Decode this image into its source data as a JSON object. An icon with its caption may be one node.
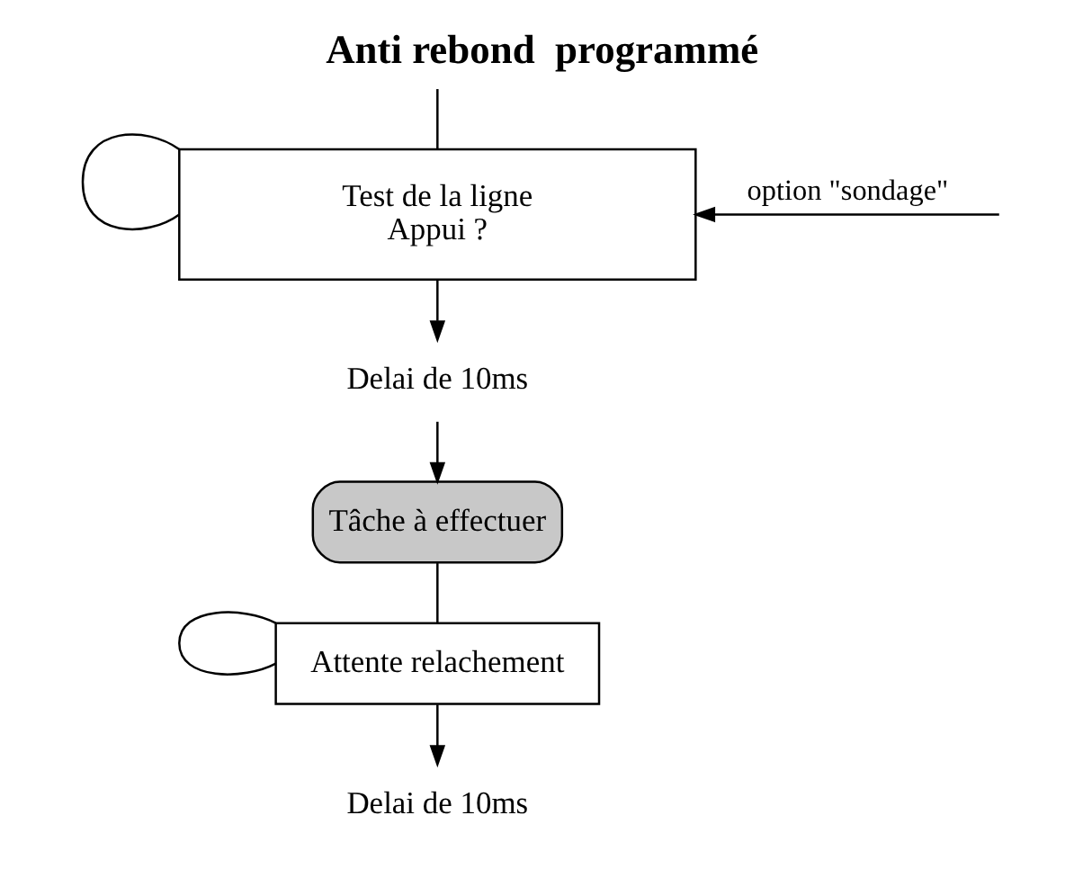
{
  "diagram": {
    "title": "Anti rebond  programmé",
    "nodes": [
      {
        "text": [
          "Test de la ligne",
          "Appui ?"
        ]
      },
      {
        "text": [
          "Delai de 10ms"
        ]
      },
      {
        "text": [
          "Tâche à effectuer"
        ]
      },
      {
        "text": [
          "Attente relachement"
        ]
      },
      {
        "text": [
          "Delai de 10ms"
        ]
      }
    ],
    "edges": [
      {
        "from": null,
        "to": 0,
        "arrow": "to",
        "label": "option \"sondage\""
      },
      {
        "from": null,
        "to": 0,
        "arrow": "none"
      },
      {
        "from": 0,
        "to": 0,
        "arrow": "none"
      },
      {
        "from": 0,
        "to": 1,
        "arrow": "to"
      },
      {
        "from": 1,
        "to": 2,
        "arrow": "to"
      },
      {
        "from": 2,
        "to": 3,
        "arrow": "none"
      },
      {
        "from": 3,
        "to": 3,
        "arrow": "none"
      },
      {
        "from": 3,
        "to": 4,
        "arrow": "to"
      }
    ]
  }
}
